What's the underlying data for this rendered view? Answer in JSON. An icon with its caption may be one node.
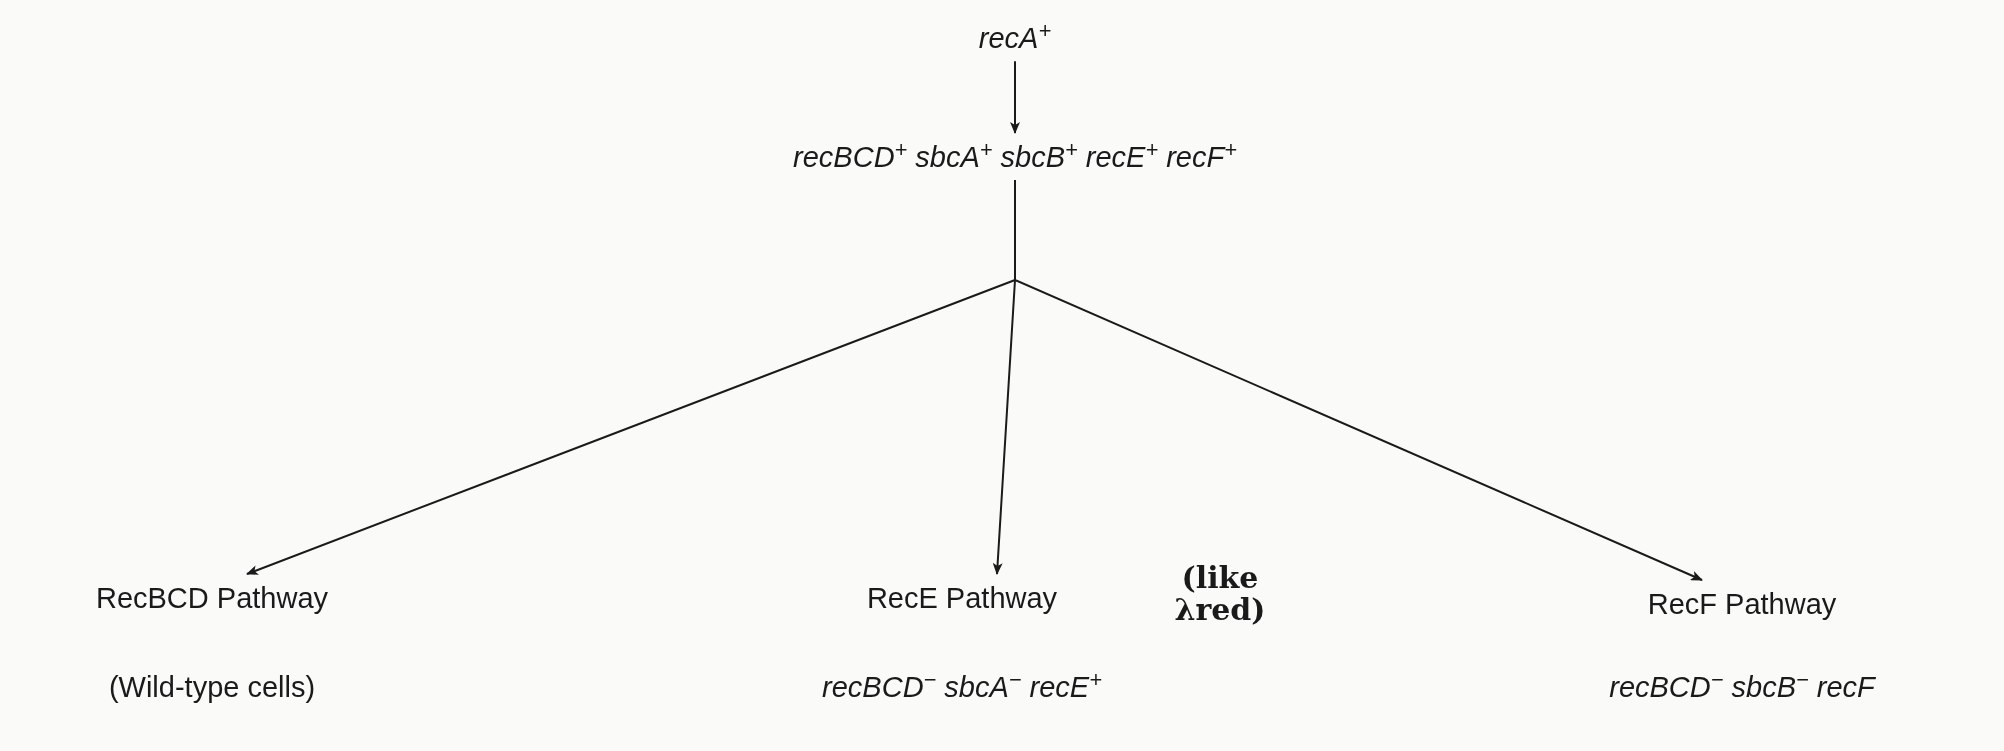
{
  "diagram": {
    "nodes": [
      {
        "text": [
          "recA$^{+}$"
        ]
      },
      {
        "text": [
          "recBCD$^{+}$ sbcA$^{+}$ sbcB$^{+}$ recE$^{+}$ recF$^{+}$"
        ]
      },
      {
        "text": [
          "RecBCD Pathway",
          "(Wild-type cells)"
        ]
      },
      {
        "text": [
          "RecE Pathway",
          "recBCD$^{−}$ sbcA$^{−}$ recE$^{+}$"
        ],
        "beside": [
          "(like λred)"
        ]
      },
      {
        "text": [
          "RecF Pathway",
          "recBCD$^{−}$ sbcB$^{−}$ recF"
        ]
      }
    ],
    "edges": [
      {
        "from": 0,
        "to": 1,
        "arrow": "to"
      },
      {
        "from": 1,
        "to": 2,
        "arrow": "to"
      },
      {
        "from": 1,
        "to": 3,
        "arrow": "to"
      },
      {
        "from": 1,
        "to": 4,
        "arrow": "to"
      }
    ]
  }
}
